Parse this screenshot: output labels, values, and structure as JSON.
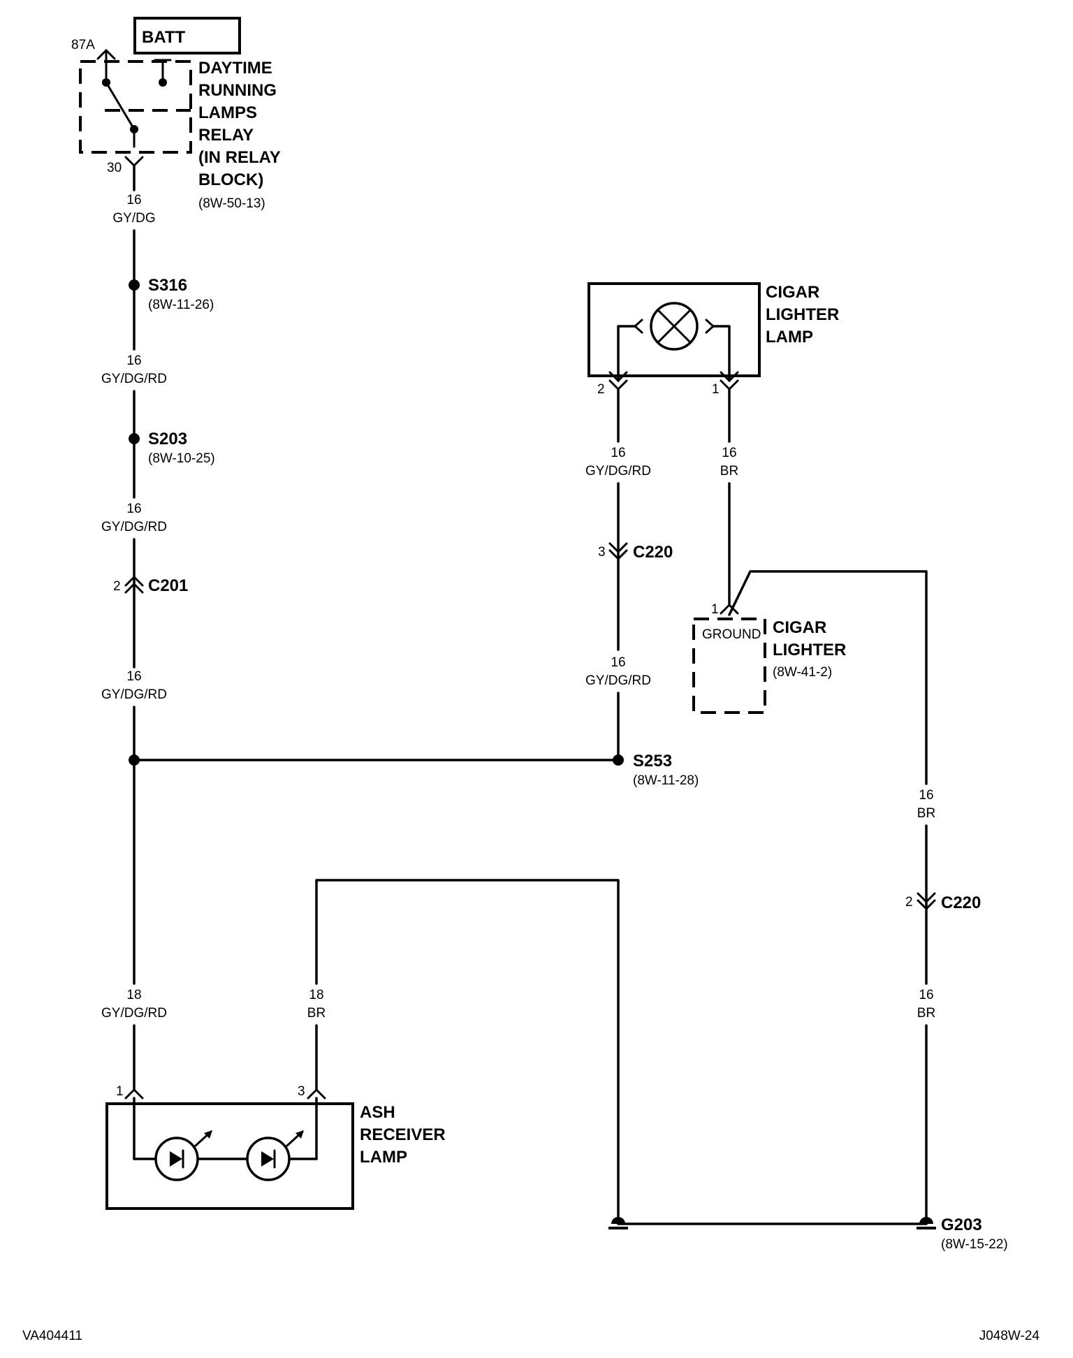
{
  "components": {
    "batt": "BATT",
    "drl_relay": [
      "DAYTIME",
      "RUNNING",
      "LAMPS",
      "RELAY",
      "(IN RELAY",
      "BLOCK)"
    ],
    "drl_relay_ref": "(8W-50-13)",
    "cigar_lighter_lamp": [
      "CIGAR",
      "LIGHTER",
      "LAMP"
    ],
    "cigar_lighter": [
      "CIGAR",
      "LIGHTER"
    ],
    "cigar_lighter_ref": "(8W-41-2)",
    "cigar_lighter_ground": "GROUND",
    "ash_receiver_lamp": [
      "ASH",
      "RECEIVER",
      "LAMP"
    ]
  },
  "pins": {
    "relay_87a": "87A",
    "relay_30": "30",
    "cll_pin2": "2",
    "cll_pin1": "1",
    "c220_top_pin": "3",
    "c201_pin": "2",
    "cl_pin1": "1",
    "c220_bottom_pin": "2",
    "arl_pin1": "1",
    "arl_pin3": "3"
  },
  "splices": {
    "s316": "S316",
    "s316_ref": "(8W-11-26)",
    "s203": "S203",
    "s203_ref": "(8W-10-25)",
    "s253": "S253",
    "s253_ref": "(8W-11-28)"
  },
  "connectors": {
    "c220_top": "C220",
    "c201": "C201",
    "c220_bottom": "C220"
  },
  "ground": {
    "name": "G203",
    "ref": "(8W-15-22)"
  },
  "wires": {
    "w1": [
      "16",
      "GY/DG"
    ],
    "w2": [
      "16",
      "GY/DG/RD"
    ],
    "w3": [
      "16",
      "GY/DG/RD"
    ],
    "w4": [
      "16",
      "GY/DG/RD"
    ],
    "w5": [
      "18",
      "GY/DG/RD"
    ],
    "w6": [
      "18",
      "BR"
    ],
    "w7": [
      "16",
      "GY/DG/RD"
    ],
    "w8": [
      "16",
      "GY/DG/RD"
    ],
    "w9": [
      "16",
      "BR"
    ],
    "w10": [
      "16",
      "BR"
    ],
    "w11": [
      "16",
      "BR"
    ]
  },
  "footer": {
    "left": "VA404411",
    "right": "J048W-24"
  }
}
